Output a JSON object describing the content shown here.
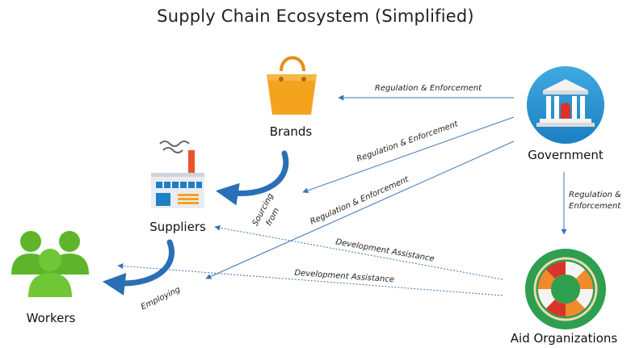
{
  "title": "Supply Chain Ecosystem (Simplified)",
  "nodes": {
    "brands": {
      "label": "Brands",
      "icon": "shopping-bag-icon",
      "color": "#F4A31F"
    },
    "suppliers": {
      "label": "Suppliers",
      "icon": "factory-icon",
      "color": "#E8542A"
    },
    "government": {
      "label": "Government",
      "icon": "government-building-icon",
      "color": "#1E8FD0"
    },
    "workers": {
      "label": "Workers",
      "icon": "people-group-icon",
      "color": "#5EB52B"
    },
    "aid": {
      "label": "Aid Organizations",
      "icon": "life-ring-icon",
      "color": "#2E9E4F"
    }
  },
  "edges": {
    "gov_brands": "Regulation & Enforcement",
    "gov_suppliers": "Regulation & Enforcement",
    "gov_workers": "Regulation & Enforcement",
    "gov_aid_line1": "Regulation &",
    "gov_aid_line2": "Enforcement",
    "aid_suppliers": "Development Assistance",
    "aid_workers": "Development Assistance",
    "brands_suppliers_line1": "Sourcing",
    "brands_suppliers_line2": "from",
    "suppliers_workers": "Employing"
  },
  "colors": {
    "arrow_blue": "#3A72B8",
    "curve_blue": "#2A6FB5"
  }
}
